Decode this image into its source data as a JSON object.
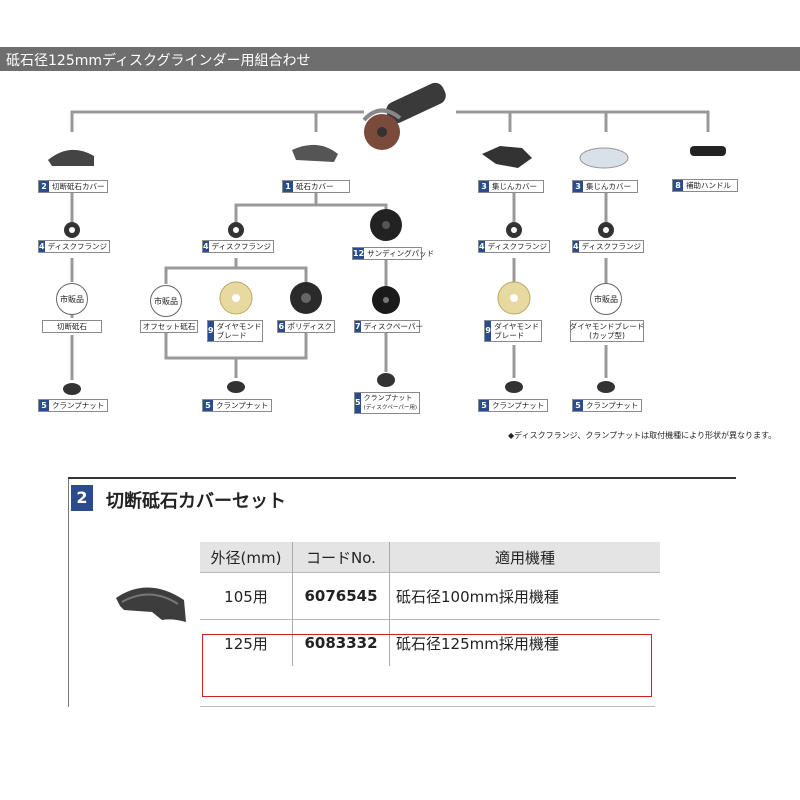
{
  "banner": {
    "title": "砥石径125mmディスクグラインダー用組合わせ"
  },
  "diagram": {
    "col_a": {
      "cover": {
        "num": "2",
        "label": "切断砥石カバー"
      },
      "flange": {
        "num": "4",
        "label": "ディスクフランジ"
      },
      "market": "市販品",
      "wheel": "切断砥石",
      "nut": {
        "num": "5",
        "label": "クランプナット"
      }
    },
    "col_b": {
      "cover": {
        "num": "1",
        "label": "砥石カバー"
      },
      "flange": {
        "num": "4",
        "label": "ディスクフランジ"
      },
      "market": "市販品",
      "offset": "オフセット砥石",
      "diamond": {
        "num": "9",
        "label1": "ダイヤモンド",
        "label2": "ブレード"
      },
      "poly": {
        "num": "6",
        "label": "ポリディスク"
      },
      "pad": {
        "num": "12",
        "label": "サンディングパッド"
      },
      "paper": {
        "num": "7",
        "label": "ディスクペーパー"
      },
      "nut": {
        "num": "5",
        "label": "クランプナット"
      },
      "nut2": {
        "num": "5",
        "label1": "クランプナット",
        "label2": "(ディスクペーパー用)"
      }
    },
    "col_c": {
      "cover": {
        "num": "3",
        "label": "集じんカバー"
      },
      "flange": {
        "num": "4",
        "label": "ディスクフランジ"
      },
      "diamond": {
        "num": "9",
        "label1": "ダイヤモンド",
        "label2": "ブレード"
      },
      "nut": {
        "num": "5",
        "label": "クランプナット"
      }
    },
    "col_d": {
      "cover": {
        "num": "3",
        "label": "集じんカバー"
      },
      "flange": {
        "num": "4",
        "label": "ディスクフランジ"
      },
      "market": "市販品",
      "blade1": "ダイヤモンドブレード",
      "blade2": "(カップ型)",
      "nut": {
        "num": "5",
        "label": "クランプナット"
      }
    },
    "col_e": {
      "handle": {
        "num": "8",
        "label": "補助ハンドル"
      }
    },
    "note": "◆ディスクフランジ、クランプナットは取付機種により形状が異なります。"
  },
  "section": {
    "num": "2",
    "title": "切断砥石カバーセット",
    "table": {
      "headers": [
        "外径(mm)",
        "コードNo.",
        "適用機種"
      ],
      "rows": [
        [
          "105用",
          "6076545",
          "砥石径100mm採用機種"
        ],
        [
          "125用",
          "6083332",
          "砥石径125mm採用機種"
        ]
      ]
    }
  },
  "colors": {
    "banner": "#6e6e6e",
    "badge": "#2a4c8c",
    "highlight": "#d02020"
  }
}
